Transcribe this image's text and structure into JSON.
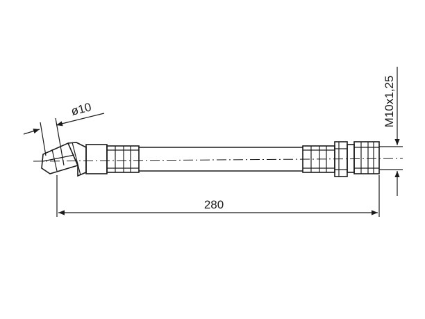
{
  "dimensions": {
    "length_label": "280",
    "diameter_label": "ø10",
    "thread_label": "M10x1,25"
  },
  "colors": {
    "line": "#1a1a1a",
    "background": "#ffffff"
  }
}
